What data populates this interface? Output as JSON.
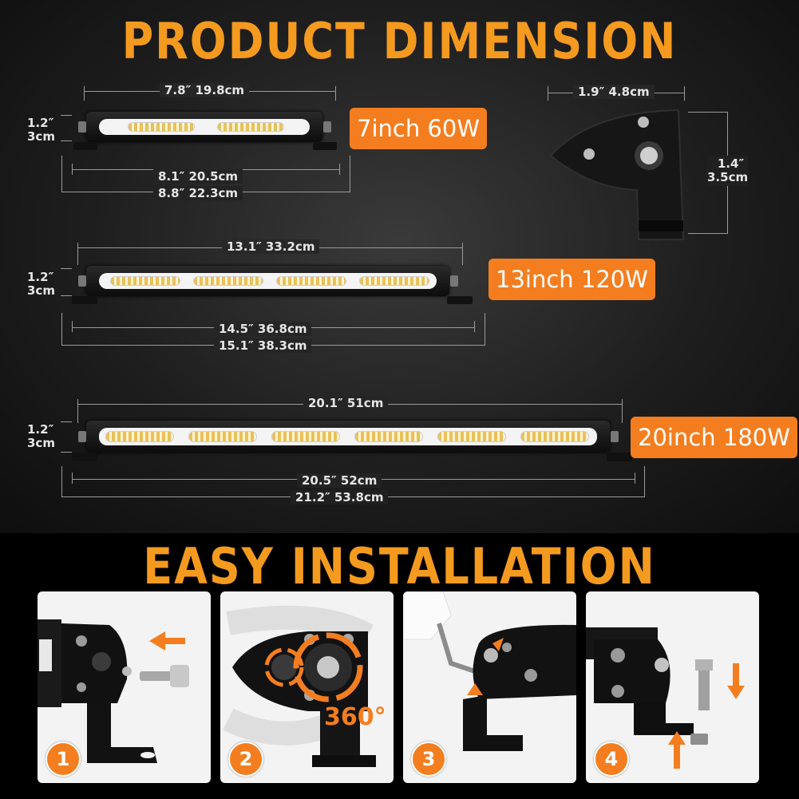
{
  "headings": {
    "dimension": "PRODUCT DIMENSION",
    "installation": "EASY INSTALLATION"
  },
  "side_height": {
    "inch": "1.2″",
    "cm": "3cm"
  },
  "bar7": {
    "badge": "7inch 60W",
    "top_dim": "7.8″ 19.8cm",
    "mid_dim": "8.1″ 20.5cm",
    "bottom_dim": "8.8″ 22.3cm"
  },
  "bar13": {
    "badge": "13inch 120W",
    "top_dim": "13.1″ 33.2cm",
    "mid_dim": "14.5″ 36.8cm",
    "bottom_dim": "15.1″ 38.3cm"
  },
  "bar20": {
    "badge": "20inch 180W",
    "top_dim": "20.1″ 51cm",
    "mid_dim": "20.5″ 52cm",
    "bottom_dim": "21.2″ 53.8cm"
  },
  "end_view": {
    "width_dim": "1.9″ 4.8cm",
    "height_inch": "1.4″",
    "height_cm": "3.5cm"
  },
  "steps": [
    {
      "number": "1"
    },
    {
      "number": "2",
      "rotation_label": "360°"
    },
    {
      "number": "3"
    },
    {
      "number": "4"
    }
  ],
  "colors": {
    "accent": "#f47e1f",
    "heading": "#f49a1f"
  }
}
